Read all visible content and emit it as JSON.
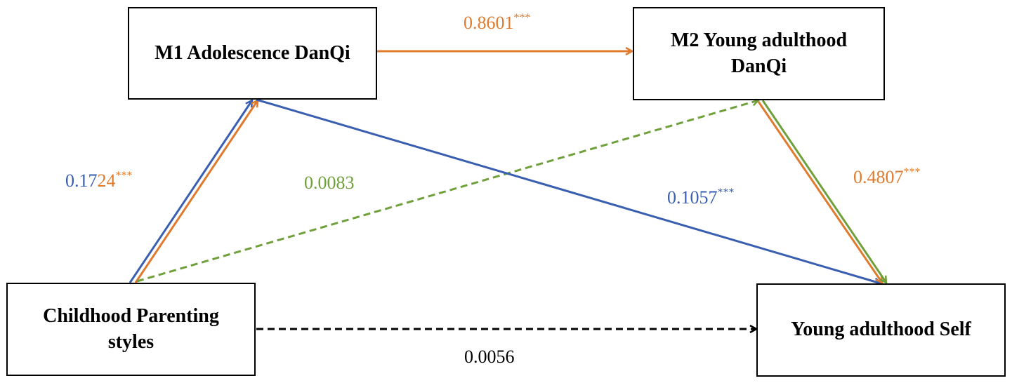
{
  "nodes": {
    "m1": {
      "label": "M1 Adolescence DanQi"
    },
    "m2": {
      "line1": "M2 Young adulthood",
      "line2": "DanQi"
    },
    "x": {
      "line1": "Childhood Parenting",
      "line2": "styles"
    },
    "y": {
      "label": "Young adulthood Self"
    }
  },
  "paths": {
    "m1_m2": {
      "value": "0.8601",
      "sig": "***"
    },
    "x_m1": {
      "value_part_a": "0.17",
      "value_part_b": "24",
      "sig": "***"
    },
    "x_m2": {
      "value": "0.0083"
    },
    "m1_y": {
      "value": "0.1057",
      "sig": "***"
    },
    "m2_y": {
      "value": "0.4807",
      "sig": "***"
    },
    "x_y": {
      "value": "0.0056"
    }
  },
  "colors": {
    "orange": "#e07b2e",
    "blue": "#3a5fb0",
    "green": "#6fa03c",
    "black": "#000000"
  }
}
